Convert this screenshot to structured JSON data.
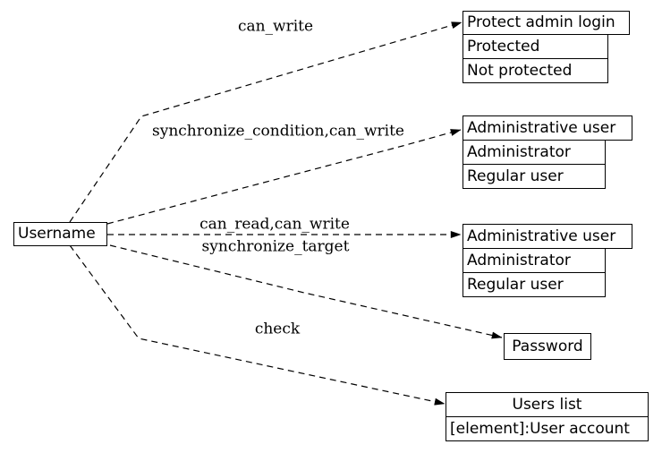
{
  "diagram": {
    "colors": {
      "stroke": "#000000",
      "background": "#ffffff",
      "text": "#000000"
    },
    "nodes": {
      "username": {
        "label": "Username"
      },
      "protect_admin_login": {
        "title": "Protect admin login",
        "rows": [
          "Protected",
          "Not protected"
        ]
      },
      "admin_user_condition": {
        "title": "Administrative user",
        "rows": [
          "Administrator",
          "Regular user"
        ]
      },
      "admin_user_target": {
        "title": "Administrative user",
        "rows": [
          "Administrator",
          "Regular user"
        ]
      },
      "password": {
        "label": "Password"
      },
      "users_list": {
        "title": "Users list",
        "rows": [
          "[element]:User account"
        ]
      }
    },
    "edges": [
      {
        "label": "can_write",
        "from": "Username",
        "to": "Protect admin login"
      },
      {
        "label": "synchronize_condition,can_write",
        "from": "Username",
        "to": "Administrative user"
      },
      {
        "label_line1": "can_read,can_write",
        "label_line2": "synchronize_target",
        "from": "Username",
        "to": "Administrative user"
      },
      {
        "label": "check",
        "from": "Username",
        "to": "Password"
      },
      {
        "label": "",
        "from": "Username",
        "to": "Users list"
      }
    ]
  }
}
